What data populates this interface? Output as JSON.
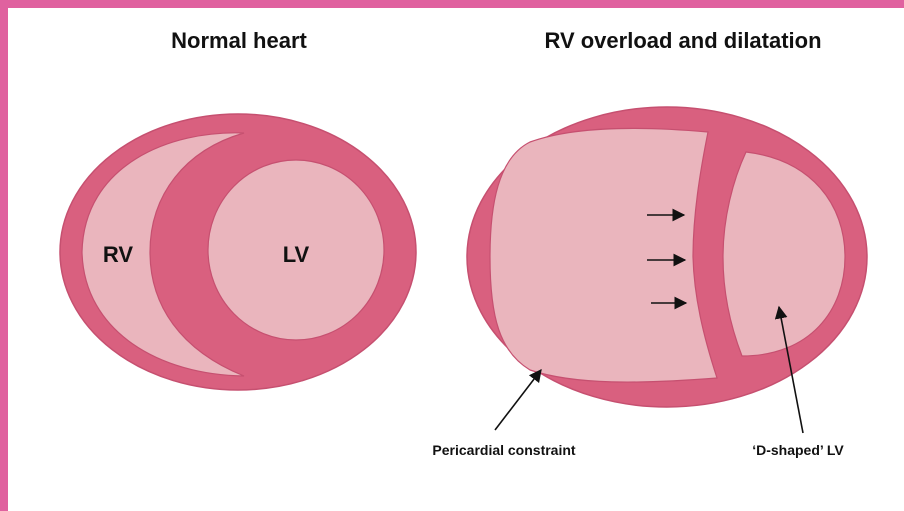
{
  "colors": {
    "frame": "#e0619f",
    "wall": "#d9607f",
    "cavity": "#eab5bd",
    "outline": "#c65070",
    "text": "#111111"
  },
  "normal_panel": {
    "title": "Normal heart",
    "rv_label": "RV",
    "lv_label": "LV"
  },
  "overload_panel": {
    "title": "RV overload and dilatation",
    "pericardial_label": "Pericardial constraint",
    "d_shaped_label": "‘D-shaped’ LV"
  }
}
